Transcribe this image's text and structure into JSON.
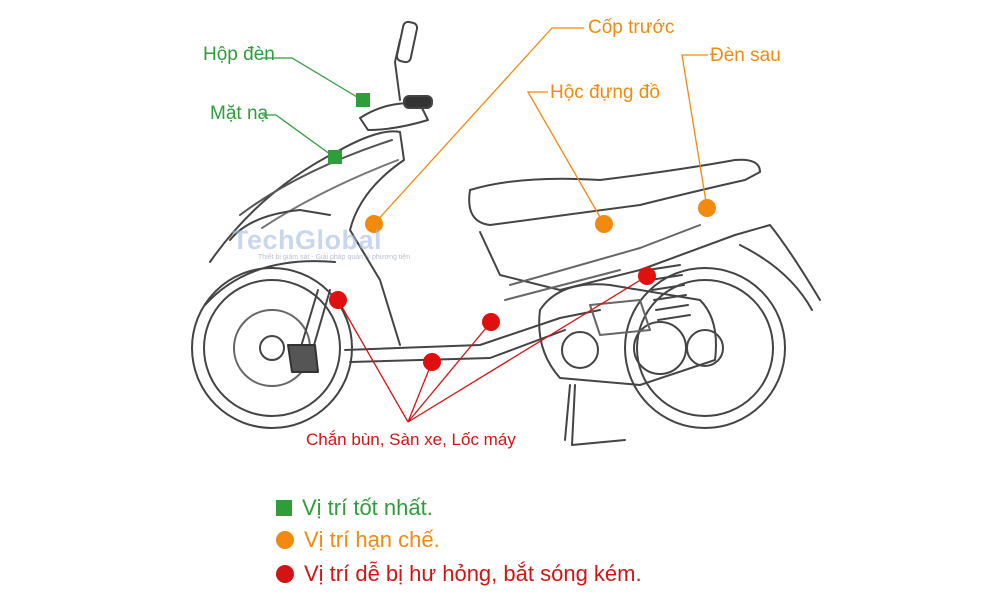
{
  "labels": {
    "hop_den": "Hộp đèn",
    "mat_na": "Mặt nạ",
    "cop_truoc": "Cốp trước",
    "den_sau": "Đèn sau",
    "hoc_dung_do": "Hộc đựng đồ",
    "chan_bun": "Chắn bùn, Sàn xe, Lốc máy"
  },
  "legend": [
    {
      "text": "Vị trí tốt nhất.",
      "marker": "square",
      "color": "#2e9e3a"
    },
    {
      "text": "Vị trí hạn chế.",
      "marker": "circle",
      "color": "#f28a0f"
    },
    {
      "text": "Vị trí dễ bị hư hỏng, bắt sóng kém.",
      "marker": "circle",
      "color": "#d41414"
    }
  ],
  "watermark": {
    "brand": "TechGlobal",
    "tagline": "Thiết bị giám sát - Giải pháp quản lý phương tiện"
  },
  "colors": {
    "best": "#2e9e3a",
    "limited": "#f28a0f",
    "poor": "#d41414",
    "outline": "#444444"
  }
}
